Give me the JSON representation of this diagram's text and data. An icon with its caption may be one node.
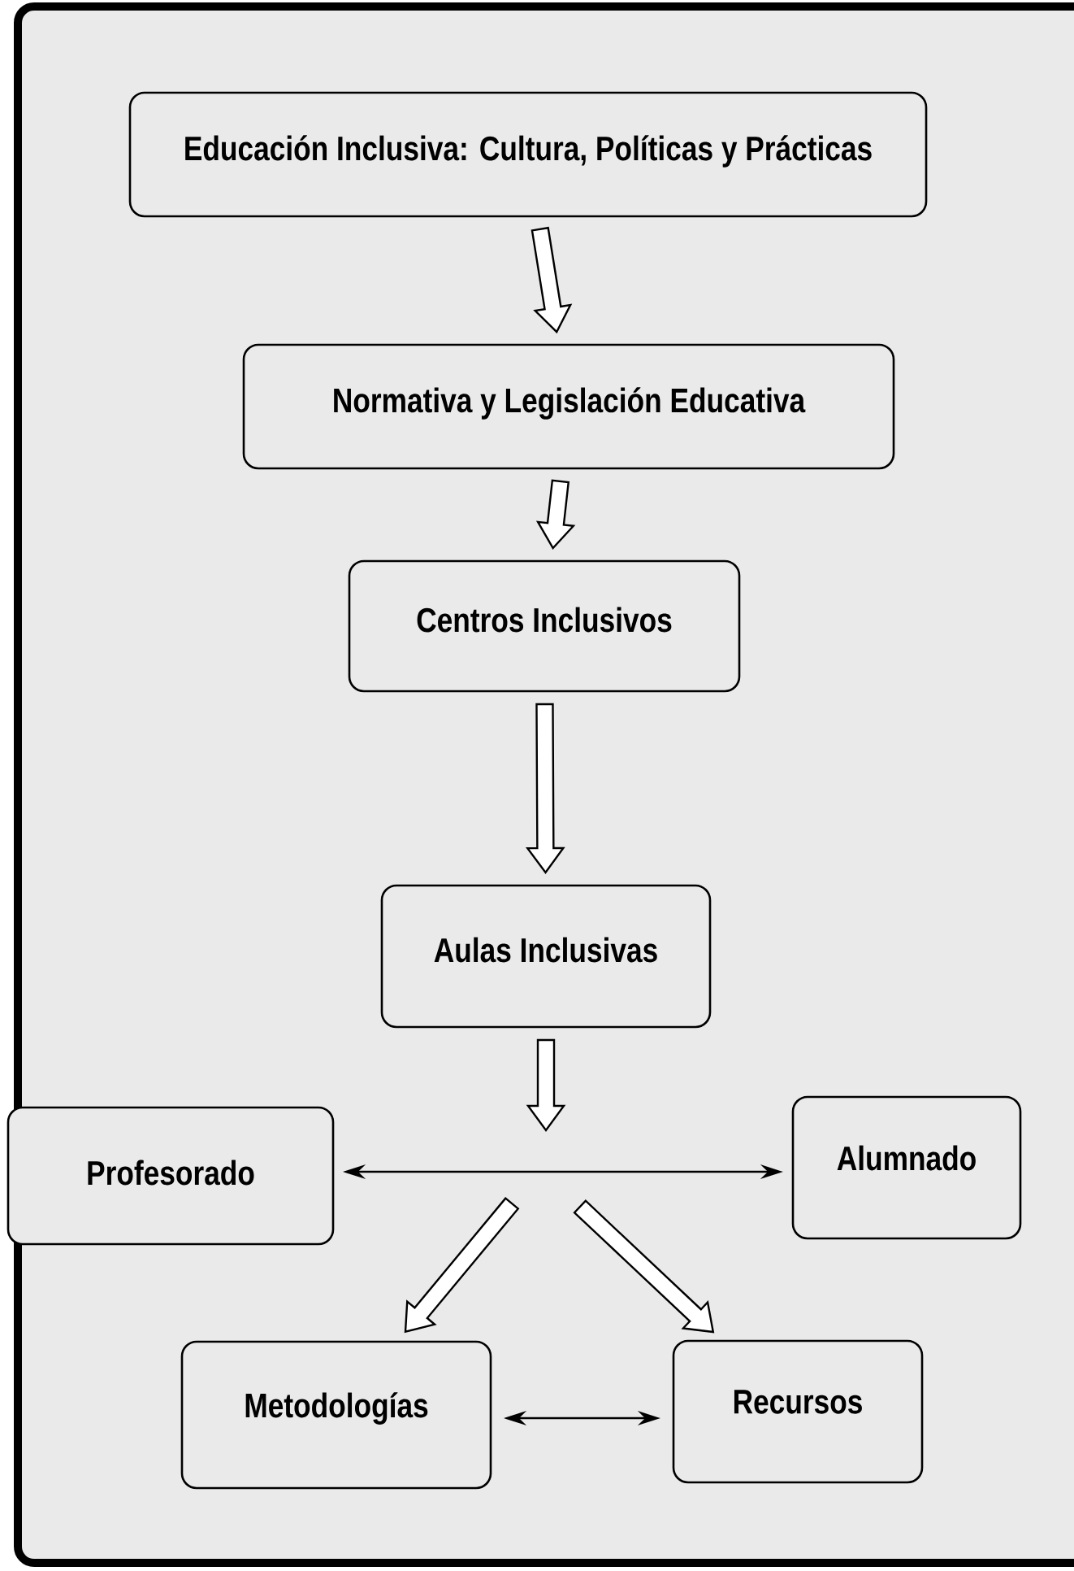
{
  "diagram": {
    "nodes": [
      {
        "text": [
          "Educación Inclusiva: Cultura, Políticas y Prácticas"
        ]
      },
      {
        "text": [
          "Normativa y Legislación Educativa"
        ]
      },
      {
        "text": [
          "Centros Inclusivos"
        ]
      },
      {
        "text": [
          "Aulas Inclusivas"
        ]
      },
      {
        "text": [
          "Profesorado"
        ]
      },
      {
        "text": [
          "Alumnado"
        ]
      },
      {
        "text": [
          "Metodologías"
        ]
      },
      {
        "text": [
          "Recursos"
        ]
      }
    ],
    "edges": [
      {
        "from": 0,
        "to": 1,
        "arrow": "to",
        "style": "thick"
      },
      {
        "from": 1,
        "to": 2,
        "arrow": "to",
        "style": "thick"
      },
      {
        "from": 2,
        "to": 3,
        "arrow": "to",
        "style": "thick"
      },
      {
        "from": 3,
        "to": null,
        "arrow": "to",
        "style": "thick"
      },
      {
        "from": 4,
        "to": 5,
        "arrow": "both"
      },
      {
        "from": null,
        "to": 6,
        "arrow": "to",
        "style": "thick"
      },
      {
        "from": null,
        "to": 7,
        "arrow": "to",
        "style": "thick"
      },
      {
        "from": 6,
        "to": 7,
        "arrow": "both"
      }
    ]
  }
}
